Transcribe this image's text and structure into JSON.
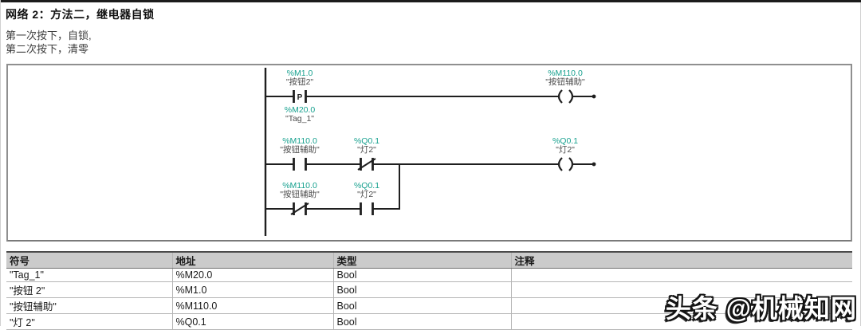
{
  "network_header": {
    "title": "网络 2：方法二，继电器自锁",
    "comment_line1": "第一次按下，自锁,",
    "comment_line2": "第二次按下，清零"
  },
  "colors": {
    "address_text": "#16a08e",
    "tag_text": "#4d4d4d",
    "wire": "#1f1f1f",
    "table_header_bg": "#cbcbcb",
    "panel_border": "#8f8f8f"
  },
  "ladder": {
    "rung1": {
      "edge_contact": {
        "address": "%M1.0",
        "tag": "\"按钮2\"",
        "edge_symbol": "P",
        "mem_address": "%M20.0",
        "mem_tag": "\"Tag_1\""
      },
      "coil": {
        "address": "%M110.0",
        "tag": "\"按钮辅助\""
      }
    },
    "rung2": {
      "no_contact": {
        "address": "%M110.0",
        "tag": "\"按钮辅助\""
      },
      "nc_contact": {
        "address": "%Q0.1",
        "tag": "\"灯2\""
      },
      "coil": {
        "address": "%Q0.1",
        "tag": "\"灯2\""
      }
    },
    "branch": {
      "nc_contact": {
        "address": "%M110.0",
        "tag": "\"按钮辅助\""
      },
      "no_contact": {
        "address": "%Q0.1",
        "tag": "\"灯2\""
      }
    }
  },
  "symbol_table": {
    "headers": {
      "symbol": "符号",
      "address": "地址",
      "type": "类型",
      "comment": "注释"
    },
    "rows": [
      {
        "symbol": "\"Tag_1\"",
        "address": "%M20.0",
        "type": "Bool",
        "comment": ""
      },
      {
        "symbol": "\"按钮 2\"",
        "address": "%M1.0",
        "type": "Bool",
        "comment": ""
      },
      {
        "symbol": "\"按钮辅助\"",
        "address": "%M110.0",
        "type": "Bool",
        "comment": ""
      },
      {
        "symbol": "\"灯 2\"",
        "address": "%Q0.1",
        "type": "Bool",
        "comment": ""
      }
    ]
  },
  "watermark": {
    "text": "头条 @机械知网"
  }
}
